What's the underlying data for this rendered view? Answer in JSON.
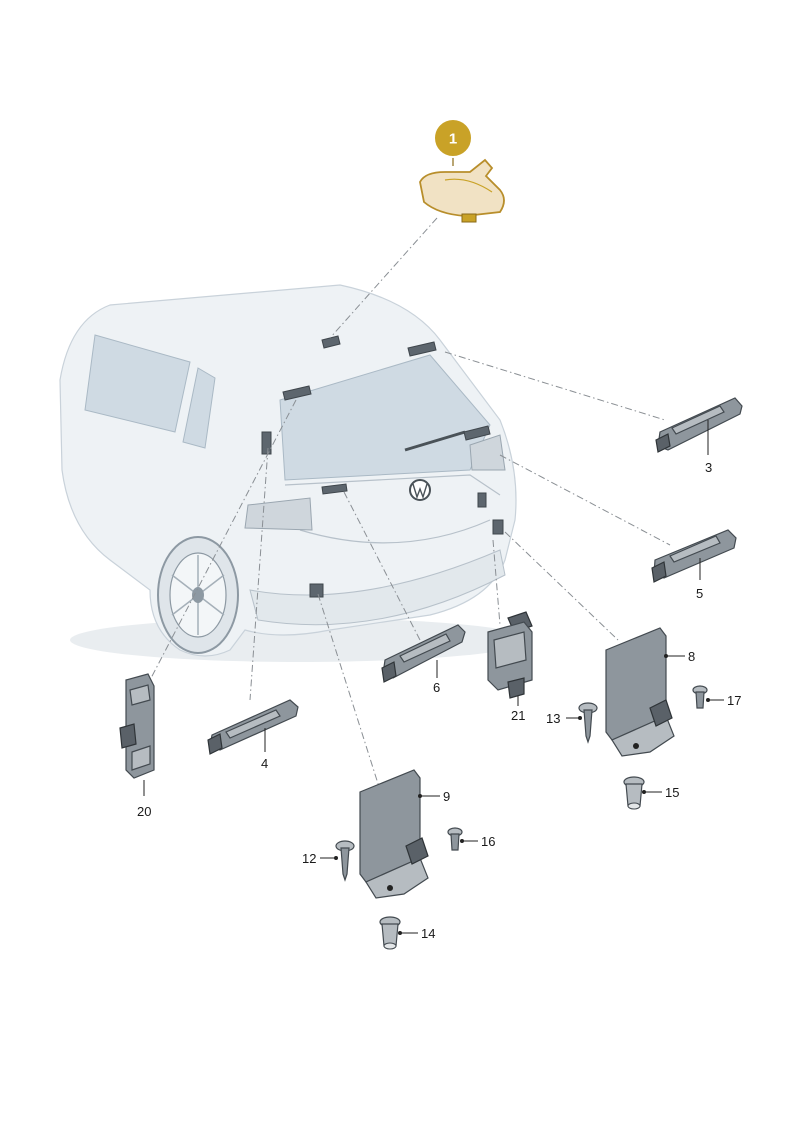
{
  "callouts": [
    {
      "id": "1",
      "label": "1",
      "highlighted": true
    },
    {
      "id": "3",
      "label": "3"
    },
    {
      "id": "4",
      "label": "4"
    },
    {
      "id": "5",
      "label": "5"
    },
    {
      "id": "6",
      "label": "6"
    },
    {
      "id": "8",
      "label": "8"
    },
    {
      "id": "9",
      "label": "9"
    },
    {
      "id": "12",
      "label": "12"
    },
    {
      "id": "13",
      "label": "13"
    },
    {
      "id": "14",
      "label": "14"
    },
    {
      "id": "15",
      "label": "15"
    },
    {
      "id": "16",
      "label": "16"
    },
    {
      "id": "17",
      "label": "17"
    },
    {
      "id": "20",
      "label": "20"
    },
    {
      "id": "21",
      "label": "21"
    }
  ],
  "colors": {
    "highlight_badge": "#c9a227",
    "highlight_part": "#f1e2c4",
    "part_grey": "#8e969d",
    "car_body": "#eef2f5"
  }
}
